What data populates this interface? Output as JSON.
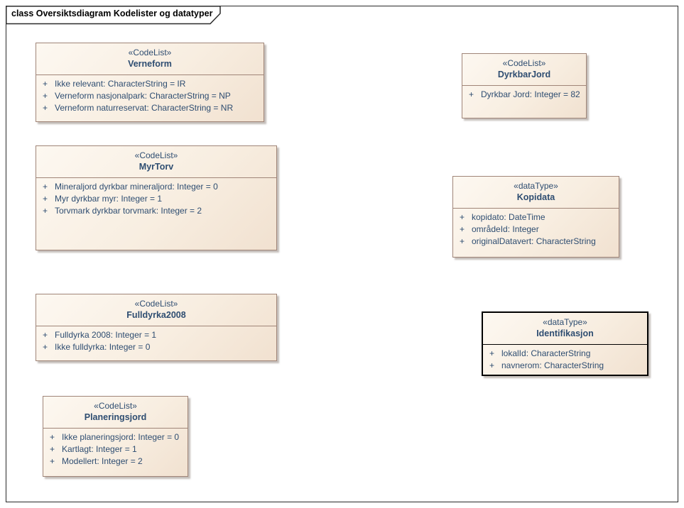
{
  "diagram": {
    "frame_title": "class Oversiktsdiagram Kodelister og datatyper"
  },
  "colors": {
    "frame_border": "#2a2a2a",
    "box_fill_light": "#fdf8f1",
    "box_fill_dark": "#f1e1d0",
    "box_border": "#a08578",
    "highlight_border": "#000000",
    "text": "#2e4d71"
  },
  "classes": [
    {
      "stereotype": "«CodeList»",
      "name": "Verneform",
      "attributes": [
        {
          "vis": "+",
          "text": "Ikke relevant: CharacterString = IR"
        },
        {
          "vis": "+",
          "text": "Verneform nasjonalpark: CharacterString = NP"
        },
        {
          "vis": "+",
          "text": "Verneform naturreservat: CharacterString = NR"
        }
      ]
    },
    {
      "stereotype": "«CodeList»",
      "name": "DyrkbarJord",
      "attributes": [
        {
          "vis": "+",
          "text": "Dyrkbar Jord: Integer = 82"
        }
      ]
    },
    {
      "stereotype": "«CodeList»",
      "name": "MyrTorv",
      "attributes": [
        {
          "vis": "+",
          "text": "Mineraljord dyrkbar mineraljord: Integer = 0"
        },
        {
          "vis": "+",
          "text": "Myr dyrkbar myr: Integer = 1"
        },
        {
          "vis": "+",
          "text": "Torvmark dyrkbar torvmark: Integer = 2"
        }
      ]
    },
    {
      "stereotype": "«dataType»",
      "name": "Kopidata",
      "attributes": [
        {
          "vis": "+",
          "text": "kopidato: DateTime"
        },
        {
          "vis": "+",
          "text": "områdeId: Integer"
        },
        {
          "vis": "+",
          "text": "originalDatavert: CharacterString"
        }
      ]
    },
    {
      "stereotype": "«CodeList»",
      "name": "Fulldyrka2008",
      "attributes": [
        {
          "vis": "+",
          "text": "Fulldyrka 2008: Integer = 1"
        },
        {
          "vis": "+",
          "text": "Ikke fulldyrka: Integer = 0"
        }
      ]
    },
    {
      "stereotype": "«dataType»",
      "name": "Identifikasjon",
      "attributes": [
        {
          "vis": "+",
          "text": "lokalId: CharacterString"
        },
        {
          "vis": "+",
          "text": "navnerom: CharacterString"
        }
      ]
    },
    {
      "stereotype": "«CodeList»",
      "name": "Planeringsjord",
      "attributes": [
        {
          "vis": "+",
          "text": "Ikke planeringsjord: Integer = 0"
        },
        {
          "vis": "+",
          "text": "Kartlagt: Integer = 1"
        },
        {
          "vis": "+",
          "text": "Modellert: Integer = 2"
        }
      ]
    }
  ]
}
